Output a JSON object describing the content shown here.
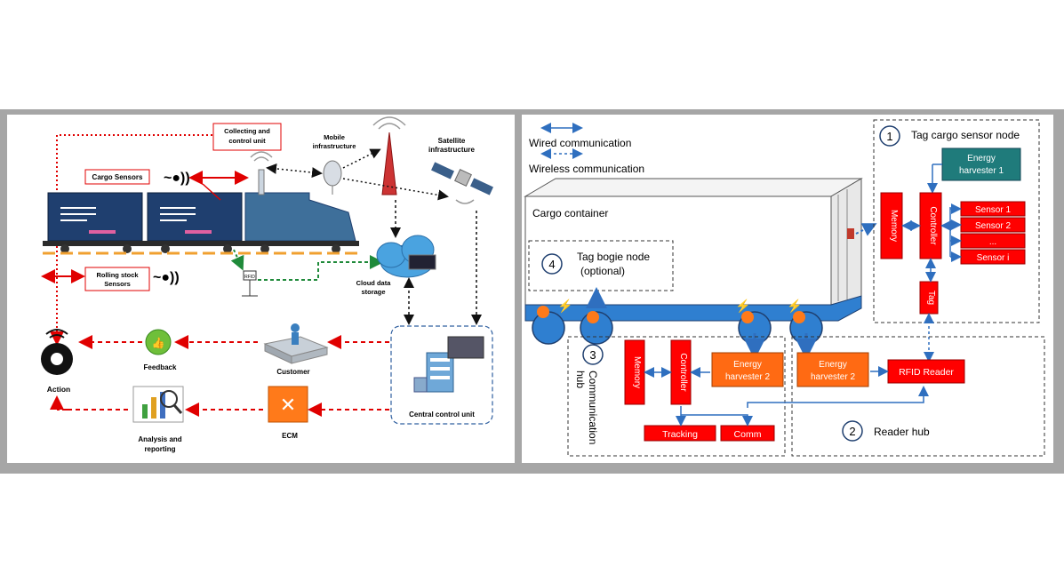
{
  "left_diagram": {
    "collecting_unit": "Collecting and control unit",
    "mobile": "Mobile infrastructure",
    "satellite": "Satellite infrastructure",
    "cargo_sensors": "Cargo Sensors",
    "rolling_stock": "Rolling stock Sensors",
    "rfid": "RFID",
    "cloud": "Cloud data storage",
    "customer": "Customer",
    "feedback": "Feedback",
    "action": "Action",
    "central": "Central control unit",
    "ecm": "ECM",
    "analysis": "Analysis and reporting"
  },
  "right_diagram": {
    "wired": "Wired communication",
    "wireless": "Wireless communication",
    "cargo_container": "Cargo container",
    "tag_cargo_num": "1",
    "tag_cargo": "Tag cargo sensor node",
    "energy1": "Energy harvester 1",
    "memory": "Memory",
    "controller": "Controller",
    "sensor1": "Sensor 1",
    "sensor2": "Sensor 2",
    "sensor_dots": "...",
    "sensori": "Sensor i",
    "tag": "Tag",
    "bogie_num": "4",
    "bogie": "Tag bogie node",
    "bogie_opt": "(optional)",
    "comm_hub_num": "3",
    "comm_hub": "Communication hub",
    "memory2": "Memory",
    "controller2": "Controller",
    "energy2a": "Energy harvester 2",
    "energy2b": "Energy harvester 2",
    "rfid_reader": "RFID Reader",
    "tracking": "Tracking",
    "comm": "Comm",
    "reader_hub_num": "2",
    "reader_hub": "Reader hub"
  },
  "colors": {
    "red": "#ff0000",
    "orange": "#ff6a13",
    "teal": "#1f7b7b",
    "blue": "#2f6fbf",
    "navy": "#1f3f6f"
  }
}
